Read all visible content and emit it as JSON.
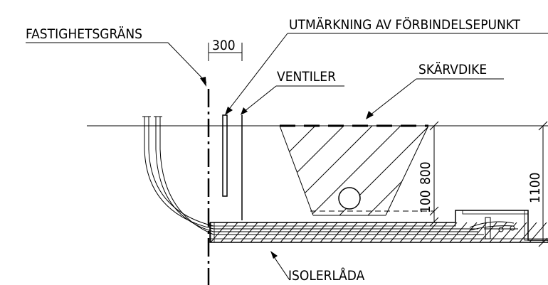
{
  "labels": {
    "property_line": "FASTIGHETSGRÄNS",
    "connection_marking": "UTMÄRKNING AV FÖRBINDELSEPUNKT",
    "valves": "VENTILER",
    "trench": "SKÄRVDIKE",
    "insulation_box": "ISOLERLÅDA"
  },
  "dimensions": {
    "offset": "300",
    "depth_trench": "800",
    "bedding": "100",
    "total_depth": "1100"
  }
}
